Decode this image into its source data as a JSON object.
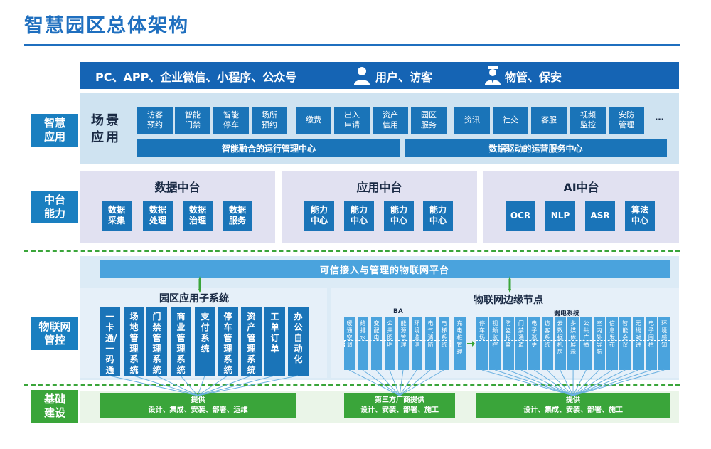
{
  "title": "智慧园区总体架构",
  "top_bar": {
    "channels": "PC、APP、企业微信、小程序、公众号",
    "users": "用户、访客",
    "staff": "物管、保安"
  },
  "layers": {
    "app": "智慧应用",
    "middle": "中台能力",
    "iot": "物联网管控",
    "base": "基础建设"
  },
  "scene": {
    "label": "场景应用",
    "tiles": [
      "访客预约",
      "智能门禁",
      "智能停车",
      "场所预约",
      "缴费",
      "出入申请",
      "资产信用",
      "园区服务",
      "资讯",
      "社交",
      "客服",
      "视频监控",
      "安防管理"
    ],
    "more": "…",
    "bar_left": "智能融合的运行管理中心",
    "bar_right": "数据驱动的运营服务中心"
  },
  "middle": {
    "data": {
      "title": "数据中台",
      "tiles": [
        "数据采集",
        "数据处理",
        "数据治理",
        "数据服务"
      ]
    },
    "app": {
      "title": "应用中台",
      "tiles": [
        "能力中心",
        "能力中心",
        "能力中心",
        "能力中心"
      ]
    },
    "ai": {
      "title": "AI中台",
      "tiles": [
        "OCR",
        "NLP",
        "ASR",
        "算法中心"
      ]
    }
  },
  "iot": {
    "platform": "可信接入与管理的物联网平台",
    "park_title": "园区应用子系统",
    "park_tiles": [
      "一卡通/一码通",
      "场地管理系统",
      "门禁管理系统",
      "商业管理系统",
      "支付系统",
      "停车管理系统",
      "资产管理系统",
      "工单订单",
      "办公自动化"
    ],
    "edge_title": "物联网边缘节点",
    "ba_label": "BA",
    "ba_tiles": [
      "暖通空调",
      "给排水",
      "变配电",
      "公共照明",
      "能源管理",
      "环境监测",
      "电气消防",
      "电梯系统"
    ],
    "charge": "充电桩管理",
    "weak_label": "弱电系统",
    "weak_tiles": [
      "停车场",
      "视频监控",
      "防盗报警",
      "门禁通道",
      "电子巡更",
      "访客系统",
      "云数据机房",
      "多媒体展示",
      "公共广播",
      "室内外导航",
      "信息发布",
      "智能会议",
      "无线对讲",
      "电子围栏",
      "环境感知"
    ]
  },
  "base": {
    "boxes": [
      {
        "line1": "提供",
        "line2": "设计、集成、安装、部署、运维"
      },
      {
        "line1": "第三方厂商提供",
        "line2": "设计、安装、部署、施工"
      },
      {
        "line1": "提供",
        "line2": "设计、集成、安装、部署、施工"
      }
    ]
  },
  "colors": {
    "primary_blue": "#1a74b8",
    "dark_blue": "#1564b4",
    "light_blue": "#4aa3dd",
    "green": "#3aa53a",
    "title_blue": "#1f6fbf"
  }
}
